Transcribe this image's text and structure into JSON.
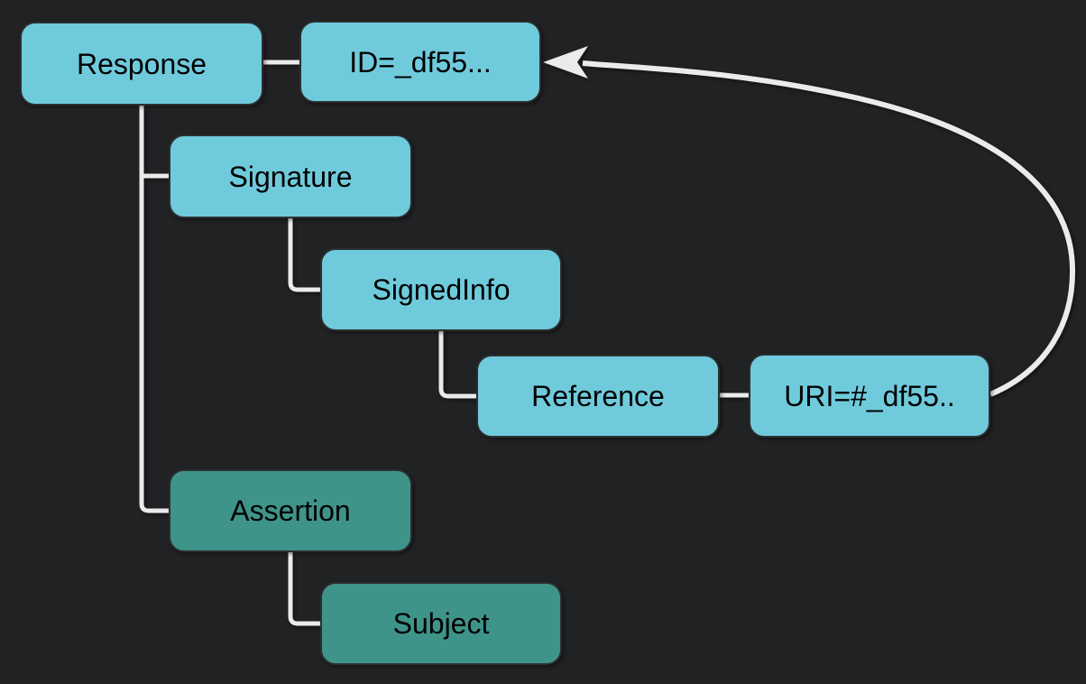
{
  "diagram": {
    "description": "XML tree of a signed SAML Response with a signature Reference arrow pointing back to the Response ID attribute",
    "nodes": [
      {
        "id": "response",
        "label": "Response",
        "kind": "element",
        "variant": "node_cyan"
      },
      {
        "id": "id-attr",
        "label": "ID=_df55...",
        "kind": "attribute",
        "variant": "node_cyan"
      },
      {
        "id": "signature",
        "label": "Signature",
        "kind": "element",
        "variant": "node_cyan"
      },
      {
        "id": "signedinfo",
        "label": "SignedInfo",
        "kind": "element",
        "variant": "node_cyan"
      },
      {
        "id": "reference",
        "label": "Reference",
        "kind": "element",
        "variant": "node_cyan"
      },
      {
        "id": "uri-attr",
        "label": "URI=#_df55..",
        "kind": "attribute",
        "variant": "node_cyan"
      },
      {
        "id": "assertion",
        "label": "Assertion",
        "kind": "element",
        "variant": "node_teal"
      },
      {
        "id": "subject",
        "label": "Subject",
        "kind": "element",
        "variant": "node_teal"
      }
    ],
    "edges": [
      {
        "from": "response",
        "to": "id-attr",
        "type": "attribute-link"
      },
      {
        "from": "response",
        "to": "signature",
        "type": "child"
      },
      {
        "from": "response",
        "to": "assertion",
        "type": "child"
      },
      {
        "from": "signature",
        "to": "signedinfo",
        "type": "child"
      },
      {
        "from": "signedinfo",
        "to": "reference",
        "type": "child"
      },
      {
        "from": "reference",
        "to": "uri-attr",
        "type": "attribute-link"
      },
      {
        "from": "uri-attr",
        "to": "id-attr",
        "type": "reference-arrow"
      }
    ],
    "colors": {
      "background": "#212224",
      "node_cyan": "#6fcbdc",
      "node_teal": "#3f9489",
      "line": "#ebebeb",
      "text": "#000000"
    }
  }
}
